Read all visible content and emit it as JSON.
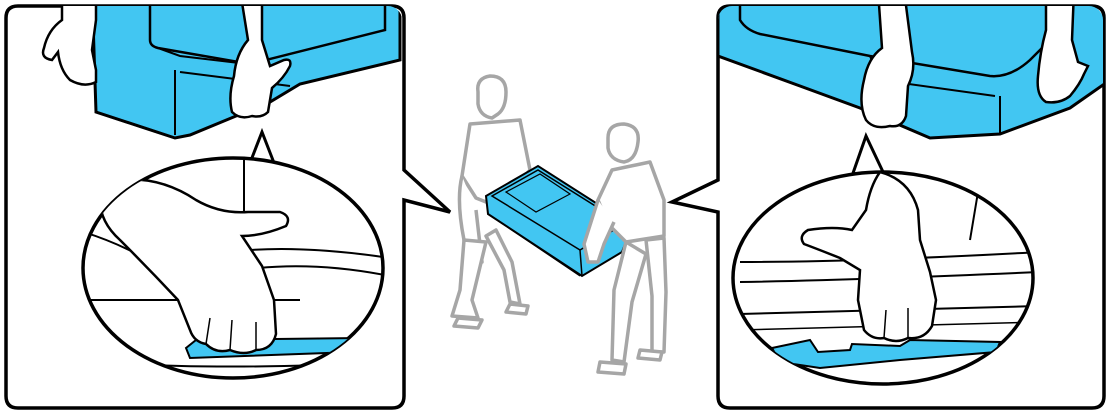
{
  "figure": {
    "panels": [
      "left-callout",
      "center-scene",
      "right-callout"
    ],
    "icons": [
      "hand-icon",
      "person-icon",
      "printer-icon",
      "grip-recess-icon"
    ]
  },
  "colors": {
    "printer_blue": "#42C6F2",
    "printer_blue_dark": "#2BAFE0",
    "outline": "#000000",
    "people_gray": "#A6A6A6",
    "background": "#FFFFFF"
  }
}
